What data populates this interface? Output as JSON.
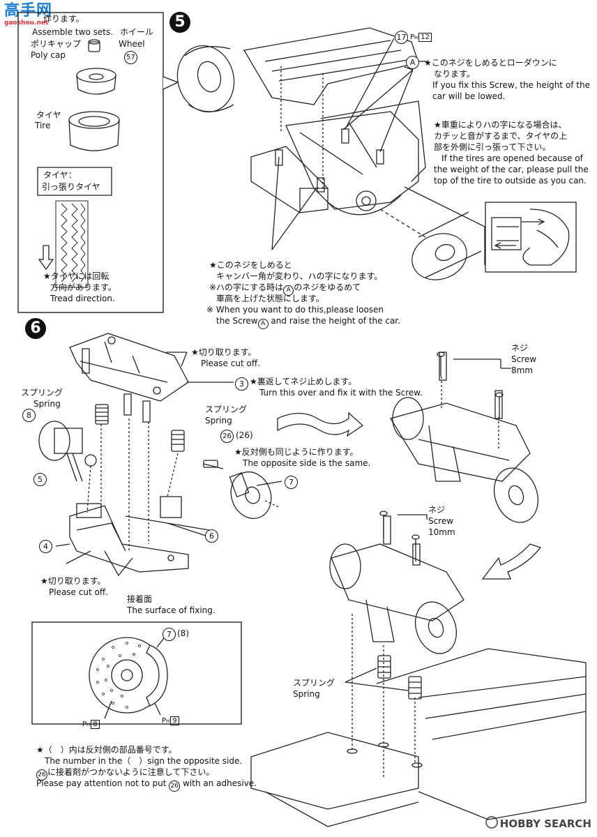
{
  "watermark_top": {
    "logo": "高手网",
    "url": "gaoshou.net"
  },
  "watermark_bottom": {
    "text": "HOBBY SEARCH"
  },
  "step5": {
    "number": "5",
    "inset": {
      "make_two_jp": "作ります。",
      "make_two_en": "Assemble two sets.",
      "polycap_jp": "ポリキャップ",
      "polycap_en": "Poly cap",
      "wheel_jp": "ホイール",
      "wheel_en": "Wheel",
      "wheel_part": "57",
      "tire_jp": "タイヤ",
      "tire_en": "Tire",
      "tire_type_line1": "タイヤ：",
      "tire_type_line2": "引っ張りタイヤ",
      "tread_jp_line1": "★タイヤには回転",
      "tread_jp_line2": "方向があります。",
      "tread_en": "Tread direction."
    },
    "part_17": "17",
    "ph_12": {
      "prefix": "P",
      "sub": "H",
      "num": "12"
    },
    "screw_a": "A",
    "lowdown_jp_line1": "★このネジをしめるとローダウンに",
    "lowdown_jp_line2": "なります。",
    "lowdown_en_line1": "If you fix this Screw, the height of the",
    "lowdown_en_line2": "car will be lowed.",
    "opened_jp_line1": "★車重によりハの字になる場合は、",
    "opened_jp_line2": "カチッと音がするまで、タイヤの上",
    "opened_jp_line3": "部を外側に引っ張って下さい。",
    "opened_en_line1": "If the tires are opened because of",
    "opened_en_line2": "the weight of the car, please pull the",
    "opened_en_line3": "top of the tire to outside as you can.",
    "camber_jp_line1": "★このネジをしめると",
    "camber_jp_line2": "キャンバー角が変わり、ハの字になります。",
    "camber_jp_line3a": "※ハの字にする時は",
    "camber_jp_line3b": "のネジをゆるめて",
    "camber_jp_line4": "車高を上げた状態にします。",
    "camber_en_line1": "※ When you want to do this,please loosen",
    "camber_en_line2a": "the Screw",
    "camber_en_line2b": "and raise the height of the car."
  },
  "step6": {
    "number": "6",
    "cutoff1_jp": "★切り取ります。",
    "cutoff1_en": "Please cut off.",
    "part_3": "3",
    "fix_jp": "★裏返してネジ止めします。",
    "fix_en": "Turn this over and fix it with the Screw.",
    "spring1_jp": "スプリング",
    "spring1_en": "Spring",
    "spring2_jp": "スプリング",
    "spring2_en": "Spring",
    "part_8": "8",
    "part_5": "5",
    "part_26": "26",
    "part_26_paren": "(26)",
    "opposite_jp": "★反対側も同じように作ります。",
    "opposite_en": "The opposite side is the same.",
    "part_7": "7",
    "part_4": "4",
    "part_6": "6",
    "cutoff2_jp": "★切り取ります。",
    "cutoff2_en": "Please cut off.",
    "fixing_jp": "接着面",
    "fixing_en": "The surface of fixing.",
    "screw8_jp": "ネジ",
    "screw8_en": "Screw",
    "screw8_size": "8mm",
    "screw10_jp": "ネジ",
    "screw10_en": "Screw",
    "screw10_size": "10mm",
    "spring3_jp": "スプリング",
    "spring3_en": "Spring",
    "inset": {
      "part_7": "7",
      "part_8_paren": "(8)",
      "ph_8": {
        "prefix": "P",
        "sub": "H",
        "num": "8"
      },
      "ph_9": {
        "prefix": "P",
        "sub": "H",
        "num": "9"
      }
    },
    "note_jp_line1": "★（　）内は反対側の部品番号です。",
    "note_en_line1": "The number in the（　）sign the opposite side.",
    "note_jp_line2": "に接着剤がつかないように注意して下さい。",
    "note_en_line2a": "Please pay attention not to put",
    "note_en_line2b": "with an adhesive."
  }
}
